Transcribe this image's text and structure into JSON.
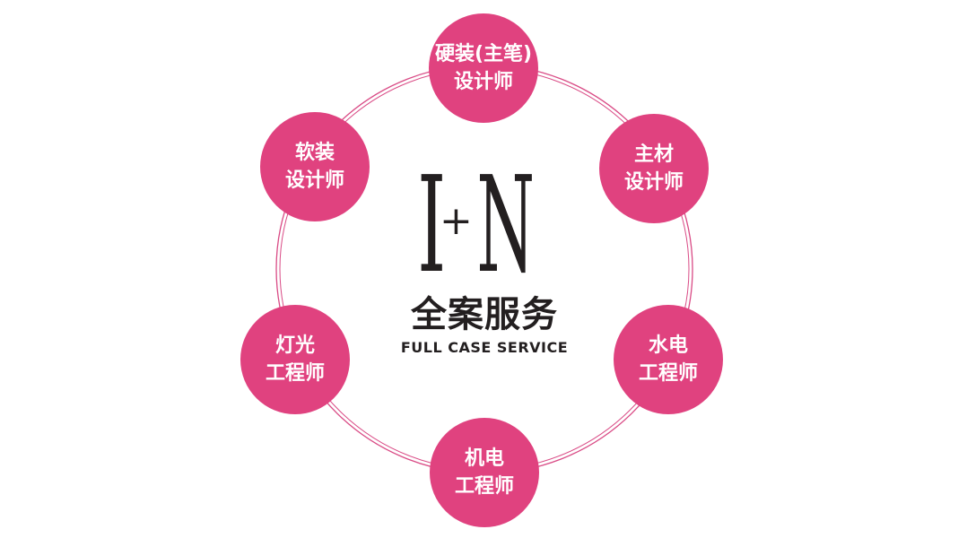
{
  "colors": {
    "node_fill": "#e0427f",
    "ring_stroke": "#d94a85",
    "center_text": "#231f20"
  },
  "center": {
    "logo": {
      "left": "I",
      "plus": "+",
      "right": "N"
    },
    "title_cn": "全案服务",
    "title_en": "FULL CASE SERVICE"
  },
  "nodes": {
    "top": {
      "line1": "硬装(主笔)",
      "line2": "设计师"
    },
    "upper_right": {
      "line1": "主材",
      "line2": "设计师"
    },
    "lower_right": {
      "line1": "水电",
      "line2": "工程师"
    },
    "bottom": {
      "line1": "机电",
      "line2": "工程师"
    },
    "lower_left": {
      "line1": "灯光",
      "line2": "工程师"
    },
    "upper_left": {
      "line1": "软装",
      "line2": "设计师"
    }
  }
}
